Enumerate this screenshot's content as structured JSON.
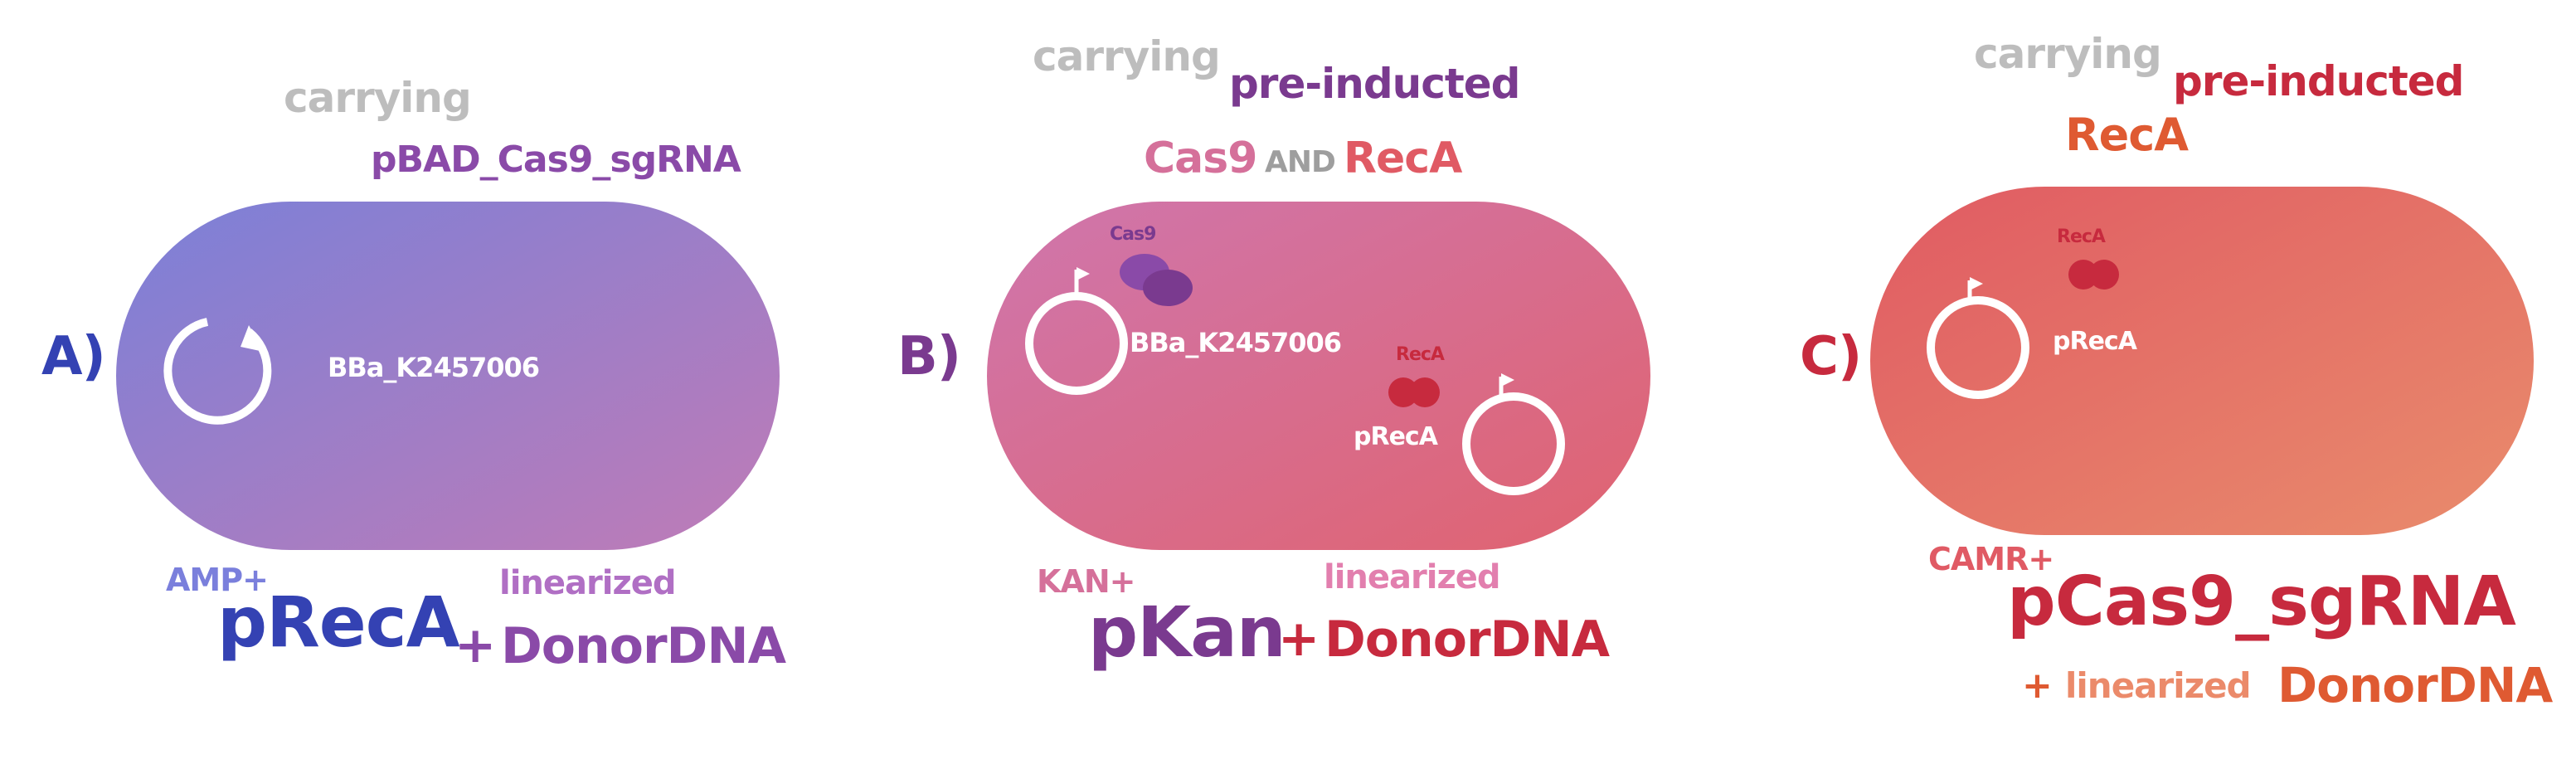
{
  "colors": {
    "gray": "#bdbdbd",
    "white": "#ffffff",
    "blue_dark": "#3442b3",
    "blue_light": "#7a7fdc",
    "purple_dark": "#7a3a8f",
    "purple": "#8a4aa8",
    "purple_light": "#b06fc4",
    "pink": "#d5709a",
    "pink_light": "#e27fae",
    "red": "#c72a3e",
    "red_mid": "#e05a64",
    "orange": "#df5a32",
    "orange_light": "#eb8a6a",
    "cellA_start": "#7b80d8",
    "cellA_end": "#c07bb6",
    "cellB_start": "#cf76ad",
    "cellB_end": "#e0636f",
    "cellC_start": "#e05b63",
    "cellC_end": "#e98c6c"
  },
  "panels": {
    "A": {
      "label": "A)",
      "carrying": "carrying",
      "plasmid_carried": "pBAD_Cas9_sgRNA",
      "inner_plasmid": "BBa_K2457006",
      "marker": "AMP+",
      "plasmid": "pRecA",
      "linearized": "linearized",
      "plus": "+",
      "donor": "DonorDNA"
    },
    "B": {
      "label": "B)",
      "carrying": "carrying",
      "preinducted": "pre-inducted",
      "cas9": "Cas9",
      "and": "AND",
      "reca": "RecA",
      "protein_cas9": "Cas9",
      "protein_reca": "RecA",
      "inner_plasmid": "BBa_K2457006",
      "inner_plasmid2": "pRecA",
      "marker": "KAN+",
      "plasmid": "pKan",
      "linearized": "linearized",
      "plus": "+",
      "donor": "DonorDNA"
    },
    "C": {
      "label": "C)",
      "carrying": "carrying",
      "preinducted": "pre-inducted",
      "reca": "RecA",
      "protein_reca": "RecA",
      "inner_plasmid": "pRecA",
      "marker": "CAMR+",
      "plasmid": "pCas9_sgRNA",
      "plus": "+",
      "linearized": "linearized",
      "donor": "DonorDNA"
    }
  }
}
